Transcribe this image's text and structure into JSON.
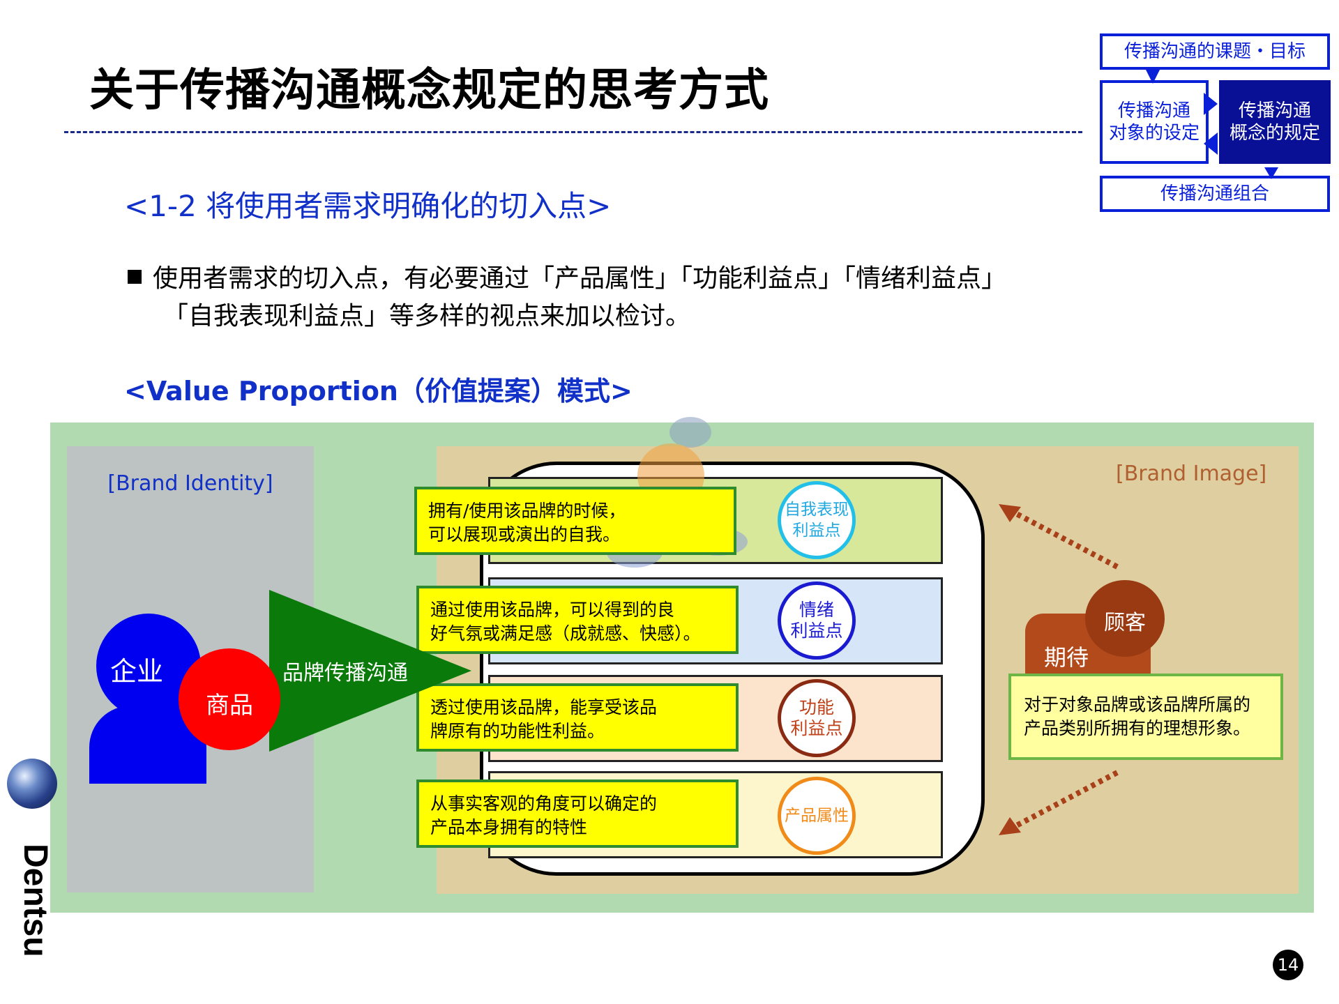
{
  "title": "关于传播沟通概念规定的思考方式",
  "flow": {
    "top": "传播沟通的课题・目标",
    "left_line1": "传播沟通",
    "left_line2": "对象的设定",
    "right_line1": "传播沟通",
    "right_line2": "概念的规定",
    "bottom": "传播沟通组合"
  },
  "subheading": "<1-2 将使用者需求明确化的切入点>",
  "bullet": {
    "line1": "使用者需求的切入点，有必要通过「产品属性」「功能利益点」「情绪利益点」",
    "line2": "「自我表现利益点」等多样的视点来加以检讨。"
  },
  "model_title": "<Value Proportion（价值提案）模式>",
  "diagram": {
    "brand_identity_label": "[Brand Identity]",
    "brand_image_label": "[Brand Image]",
    "company": "企业",
    "product": "商品",
    "brand_communication": "品牌传播沟通",
    "levels": [
      {
        "text_line1": "拥有/使用该品牌的时候，",
        "text_line2": "可以展现或演出的自我。",
        "circle_line1": "自我表现",
        "circle_line2": "利益点"
      },
      {
        "text_line1": "通过使用该品牌，可以得到的良",
        "text_line2": "好气氛或满足感（成就感、快感）。",
        "circle_line1": "情绪",
        "circle_line2": "利益点"
      },
      {
        "text_line1": "透过使用该品牌，能享受该品",
        "text_line2": "牌原有的功能性利益。",
        "circle_line1": "功能",
        "circle_line2": "利益点"
      },
      {
        "text_line1": "从事实客观的角度可以确定的",
        "text_line2": "产品本身拥有的特性",
        "circle_line1": "产品属性",
        "circle_line2": ""
      }
    ],
    "customer": "顾客",
    "expectation": "期待",
    "customer_box_line1": "对于对象品牌或该品牌所属的",
    "customer_box_line2": "产品类别所拥有的理想形象。"
  },
  "brand": "Dentsu",
  "page_number": "14",
  "colors": {
    "accent_blue": "#1030c8",
    "navy": "#0a1096",
    "diagram_green": "#b2dab0",
    "highlight_yellow": "#ffff00",
    "arrow_brown": "#a8401a"
  }
}
